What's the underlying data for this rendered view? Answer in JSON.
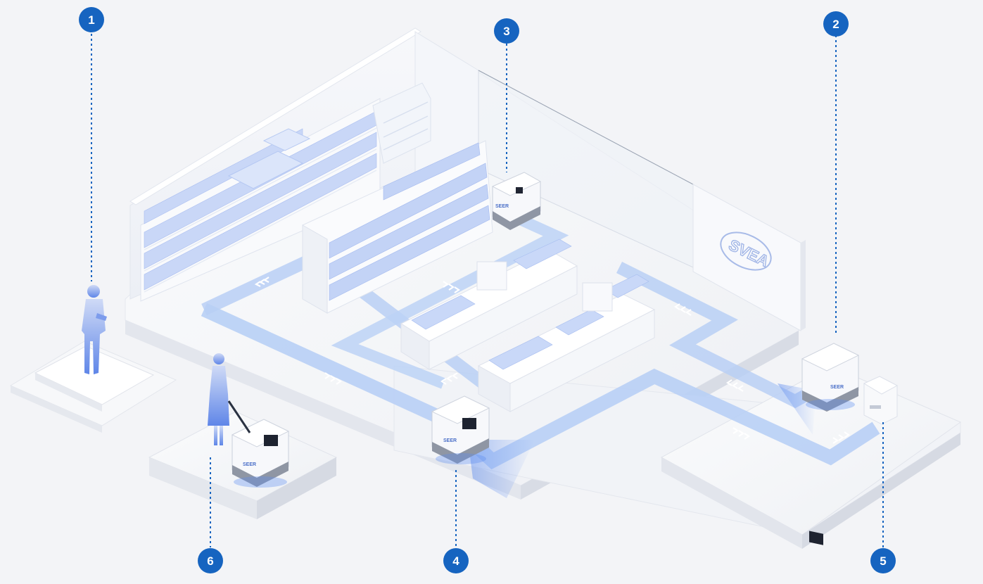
{
  "colors": {
    "background": "#f3f4f7",
    "marker_fill": "#1664c0",
    "leader_line": "#1664c0",
    "route_blue": "#a9c6f4",
    "glow_blue": "#5b8cf2"
  },
  "markers": [
    {
      "id": "1",
      "label": "1"
    },
    {
      "id": "2",
      "label": "2"
    },
    {
      "id": "3",
      "label": "3"
    },
    {
      "id": "4",
      "label": "4"
    },
    {
      "id": "5",
      "label": "5"
    },
    {
      "id": "6",
      "label": "6"
    }
  ],
  "wall_sign": {
    "logo_text": "SVEA"
  },
  "robot_badge": {
    "text": "SEER"
  }
}
